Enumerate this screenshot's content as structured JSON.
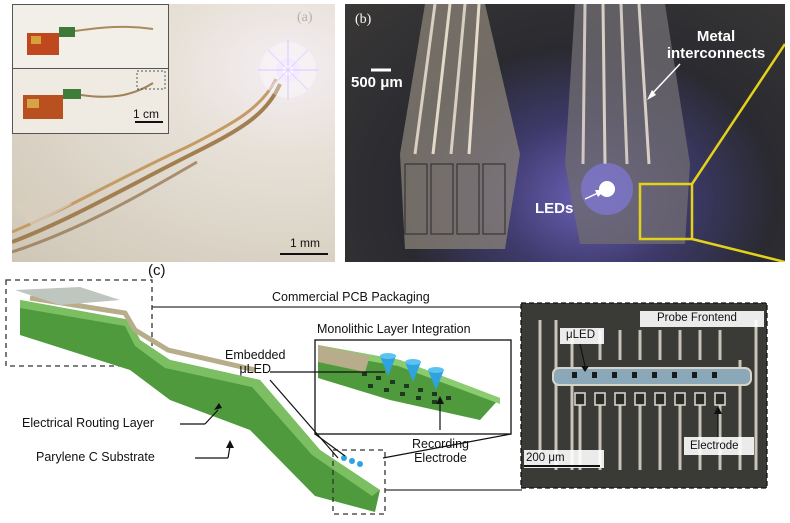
{
  "panel_a": {
    "label": "(a)",
    "inset_scale": "1 cm",
    "main_scale": "1 mm"
  },
  "panel_b": {
    "label": "(b)",
    "scale": "500 μm",
    "metal_label_line1": "Metal",
    "metal_label_line2": "interconnects",
    "leds_label": "LEDs"
  },
  "panel_c": {
    "label": "(c)",
    "pcb_packaging": "Commercial PCB Packaging",
    "monolithic": "Monolithic Layer Integration",
    "embedded_line1": "Embedded",
    "embedded_line2": "μLED",
    "routing": "Electrical Routing Layer",
    "substrate": "Parylene C Substrate",
    "recording_line1": "Recording",
    "recording_line2": "Electrode",
    "frontend": "Probe Frontend",
    "uled": "μLED",
    "scale": "200 μm",
    "electrode": "Electrode"
  },
  "colors": {
    "highlight_box": "#e2d21c",
    "probe_green": "#4e9a3c",
    "led_blue": "#2fa3e0"
  }
}
